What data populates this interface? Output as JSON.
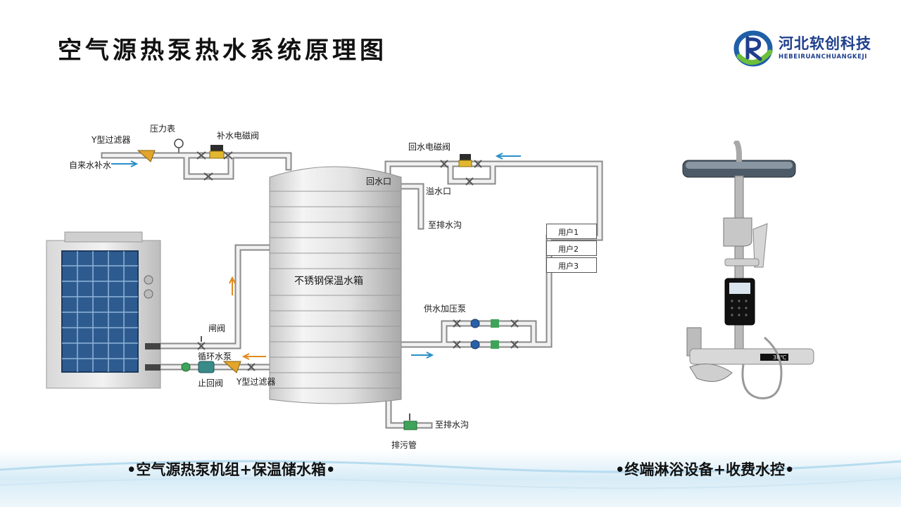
{
  "title": "空气源热泵热水系统原理图",
  "logo": {
    "name_cn": "河北软创科技",
    "name_en": "HEBEIRUANCHUANGKEJI"
  },
  "labels": {
    "y_filter_top": "Y型过滤器",
    "pressure_gauge": "压力表",
    "makeup_valve": "补水电磁阀",
    "tap_water_makeup": "自来水补水",
    "return_valve": "回水电磁阀",
    "return_port": "回水口",
    "overflow_port": "溢水口",
    "to_drain_top": "至排水沟",
    "tank": "不锈钢保温水箱",
    "supply_pump": "供水加压泵",
    "gate_valve": "闸阀",
    "circulation_pump": "循环水泵",
    "check_valve": "止回阀",
    "y_filter_bottom": "Y型过滤器",
    "to_drain_bottom": "至排水沟",
    "sewage_pipe": "排污管",
    "user1": "用户1",
    "user2": "用户2",
    "user3": "用户3"
  },
  "shower_display": "38℃",
  "captions": {
    "left": "•空气源热泵机组+保温储水箱•",
    "right": "•终端淋浴设备+收费水控•"
  },
  "colors": {
    "arrow_blue": "#2a8fc9",
    "arrow_orange": "#e08a1e",
    "pipe": "#e9e9e9",
    "brand": "#1f3f8c"
  }
}
